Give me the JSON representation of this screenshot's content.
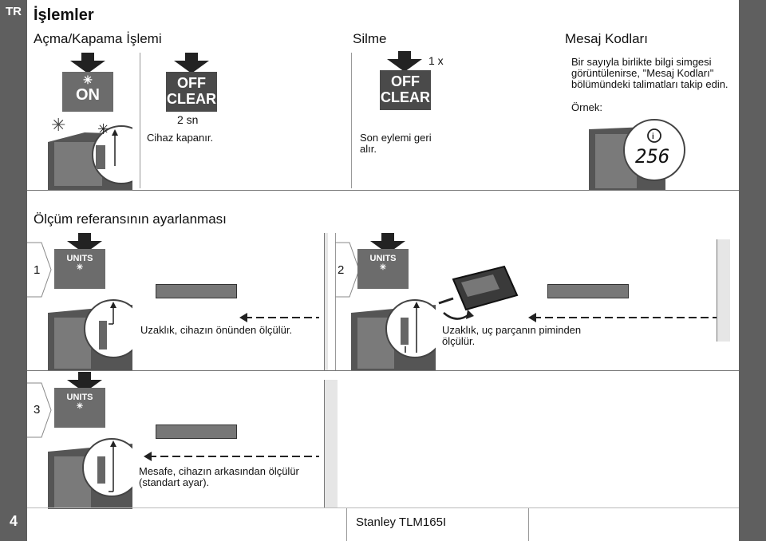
{
  "side_tab": "TR",
  "page_number": "4",
  "title": "İşlemler",
  "sections": {
    "on_off": {
      "heading": "Açma/Kapama İşlemi",
      "on_button": "ON",
      "off_button_line1": "OFF",
      "off_button_line2": "CLEAR",
      "hold_time": "2 sn",
      "caption": "Cihaz kapanır."
    },
    "clear": {
      "heading": "Silme",
      "press_count": "1 x",
      "off_button_line1": "OFF",
      "off_button_line2": "CLEAR",
      "caption": "Son eylemi geri alır."
    },
    "message_codes": {
      "heading": "Mesaj Kodları",
      "text": "Bir sayıyla birlikte bilgi simgesi görüntülenirse, \"Mesaj Kodları\" bölümündeki talimatları takip edin.",
      "example_label": "Örnek:",
      "example_code": "256"
    },
    "reference": {
      "heading": "Ölçüm referansının ayarlanması",
      "units_label": "UNITS",
      "steps": [
        {
          "num": "1",
          "caption": "Uzaklık, cihazın önünden ölçülür."
        },
        {
          "num": "2",
          "caption": "Uzaklık, uç parçanın piminden ölçülür."
        },
        {
          "num": "3",
          "caption": "Mesafe, cihazın arkasından ölçülür (standart ayar)."
        }
      ]
    }
  },
  "footer": "Stanley TLM165I"
}
